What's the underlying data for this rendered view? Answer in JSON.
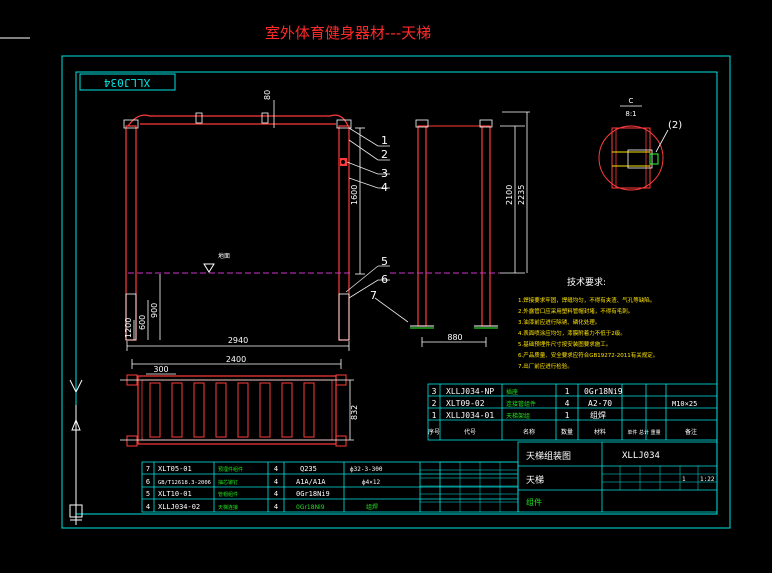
{
  "title": "室外体育健身器材---天梯",
  "drawing_code_box": "XLLJ034",
  "colors": {
    "background": "#000000",
    "frame": "#00e5e5",
    "title": "#ff2a2a",
    "pipe": "#ff3b3b",
    "dimension": "#ffffff",
    "leader": "#e8e8e8",
    "yellow": "#ffe400",
    "green": "#2bff2b",
    "ground": "#cc33cc",
    "table_green": "#22e022"
  },
  "dims": {
    "d_80": "80",
    "d_1600": "1600",
    "d_900": "900",
    "d_600": "600",
    "d_1200": "1200",
    "d_2940": "2940",
    "d_2100": "2100",
    "d_2235": "2235",
    "d_880": "880",
    "d_2400": "2400",
    "d_300": "300",
    "d_832": "832"
  },
  "balloons": [
    "1",
    "2",
    "3",
    "4",
    "5",
    "6",
    "7"
  ],
  "detail": {
    "label": "C",
    "scale": "8:1",
    "ref": "(2)"
  },
  "ground_label": "地面",
  "tech_title": "技术要求:",
  "tech_lines": [
    "1.焊接要求牢固，焊缝均匀，不得有夹渣、气孔等缺陷。",
    "2.外露管口应采用塑料管帽封堵，不得有毛刺。",
    "3.油漆前应进行除锈、磷化处理。",
    "4.表面喷涂应均匀，漆膜附着力不低于2级。",
    "5.基础预埋件尺寸按安装图要求施工。",
    "6.产品质量、安全要求应符合GB19272-2011有关规定。",
    "7.出厂前应进行检验。"
  ],
  "upper_table_rows": [
    {
      "no": "3",
      "code": "XLLJ034-NP",
      "name": "插座",
      "qty": "1",
      "mat": "0Gr18Ni9",
      "note": ""
    },
    {
      "no": "2",
      "code": "XLT09-02",
      "name": "连接管组件",
      "qty": "4",
      "mat": "A2-70",
      "note": "M10×25"
    },
    {
      "no": "1",
      "code": "XLLJ034-01",
      "name": "天梯架组",
      "qty": "1",
      "mat": "组焊",
      "note": ""
    }
  ],
  "upper_table_header": [
    "序号",
    "代号",
    "名称",
    "数量",
    "材料",
    "单件 总计 重量",
    "备注"
  ],
  "lower_table_rows": [
    {
      "no": "7",
      "code": "XLT05-01",
      "name": "预埋件组件",
      "qty": "4",
      "mat": "Q235",
      "spec": "ф32-3-300"
    },
    {
      "no": "6",
      "code": "GB/T12618.3-2006",
      "name": "抽芯铆钉",
      "qty": "4",
      "mat": "A1A/A1A",
      "spec": "ф4×12"
    },
    {
      "no": "5",
      "code": "XLT10-01",
      "name": "管帽组件",
      "qty": "4",
      "mat": "0Gr18Ni9",
      "spec": ""
    },
    {
      "no": "4",
      "code": "XLLJ034-02",
      "name": "天梯连接",
      "qty": "4",
      "mat": "0Gr18Ni9",
      "spec": "组焊"
    }
  ],
  "title_block": {
    "drawing_name": "天梯组装图",
    "product": "天梯",
    "code": "XLLJ034",
    "type": "组件",
    "sheet": "1",
    "scale": "1:22"
  }
}
